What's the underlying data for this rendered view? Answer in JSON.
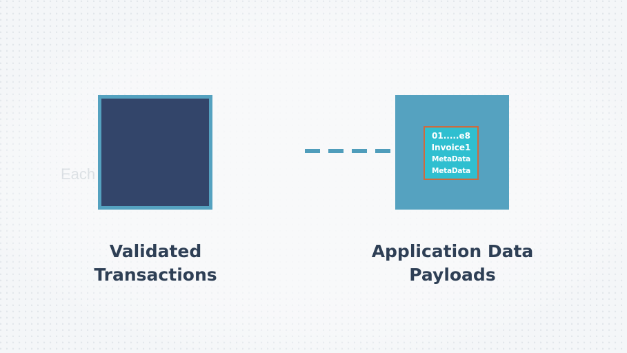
{
  "left_node": {
    "label_line1": "Validated",
    "label_line2": "Transactions",
    "fill_color": "#33456a",
    "border_color": "#55a2c0"
  },
  "connector": {
    "style": "dashed",
    "color": "#4f9dbb"
  },
  "right_node": {
    "label_line1": "Application Data",
    "label_line2": "Payloads",
    "fill_color": "#55a2c0",
    "payload": {
      "lines": [
        "01.....e8",
        "Invoice1",
        "MetaData",
        "MetaData"
      ],
      "fill_color": "#2fbfd0",
      "border_color": "#cf6a3e"
    }
  },
  "background_ghost_text": "Each"
}
